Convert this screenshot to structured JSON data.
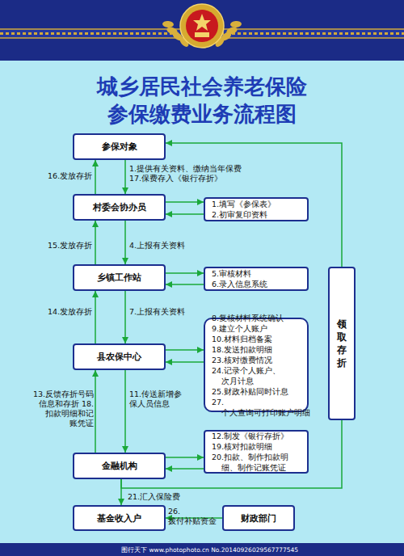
{
  "diagram": {
    "title": "城乡居民社会养老保险 参保缴费业务流程图",
    "nodes": [
      {
        "text": [
          "参保对象"
        ]
      },
      {
        "text": [
          "村委会协办员"
        ]
      },
      {
        "text": [
          "1.填写《参保表》",
          "2.初审复印资料"
        ]
      },
      {
        "text": [
          "乡镇工作站"
        ]
      },
      {
        "text": [
          "5.审核材料",
          "6.录入信息系统"
        ]
      },
      {
        "text": [
          "领取存折"
        ]
      },
      {
        "text": [
          "县农保中心"
        ]
      },
      {
        "text": [
          "8.复核材料系统确认",
          "9.建立个人账户",
          "10.材料归档备案",
          "18.发送扣款明细",
          "23.核对缴费情况",
          "24.记录个人账户、次月计息",
          "25.财政补贴同时计息",
          "27.个人查询可打印账户明细"
        ]
      },
      {
        "text": [
          "金融机构"
        ]
      },
      {
        "text": [
          "12.制发《银行存折》",
          "19.核对扣款明细",
          "20.扣款、制作扣款明 细、制作记账凭证"
        ]
      },
      {
        "text": [
          "基金收入户"
        ]
      },
      {
        "text": [
          "财政部门"
        ]
      }
    ],
    "edges": [
      {
        "from": 0,
        "to": 1,
        "arrow": "to",
        "label": "1.提供有关资料、缴纳当年保费 17.保费存入《银行存折》"
      },
      {
        "from": 1,
        "to": 0,
        "arrow": "to",
        "label": "16.发放存折"
      },
      {
        "from": 1,
        "to": 2,
        "arrow": "to"
      },
      {
        "from": 2,
        "to": 1,
        "arrow": "to"
      },
      {
        "from": 1,
        "to": 3,
        "arrow": "to",
        "label": "4.上报有关资料"
      },
      {
        "from": 3,
        "to": 1,
        "arrow": "to",
        "label": "15.发放存折"
      },
      {
        "from": 3,
        "to": 4,
        "arrow": "to"
      },
      {
        "from": 4,
        "to": 3,
        "arrow": "to"
      },
      {
        "from": 3,
        "to": 6,
        "arrow": "to",
        "label": "7.上报有关资料"
      },
      {
        "from": 6,
        "to": 3,
        "arrow": "to",
        "label": "14.发放存折"
      },
      {
        "from": 6,
        "to": 7,
        "arrow": "to"
      },
      {
        "from": 7,
        "to": 6,
        "arrow": "to"
      },
      {
        "from": 6,
        "to": 8,
        "arrow": "to",
        "label": "11.传送新增参 保人员信息"
      },
      {
        "from": 8,
        "to": 6,
        "arrow": "to",
        "label": "13.反馈存折号码 信息和存折 18.扣款明细和记 账凭证"
      },
      {
        "from": 8,
        "to": 9,
        "arrow": "to"
      },
      {
        "from": 9,
        "to": 8,
        "arrow": "to"
      },
      {
        "from": 8,
        "to": 10,
        "arrow": "to",
        "label": "21.汇入保险费"
      },
      {
        "from": 11,
        "to": 10,
        "arrow": "to",
        "label": "26.拨付补贴资金"
      },
      {
        "from": 8,
        "to": 5,
        "arrow": "none"
      },
      {
        "from": 5,
        "to": 0,
        "arrow": "to"
      }
    ],
    "labels": [
      "图行天下 www.photophoto.cn No.20140926029567777545"
    ]
  }
}
